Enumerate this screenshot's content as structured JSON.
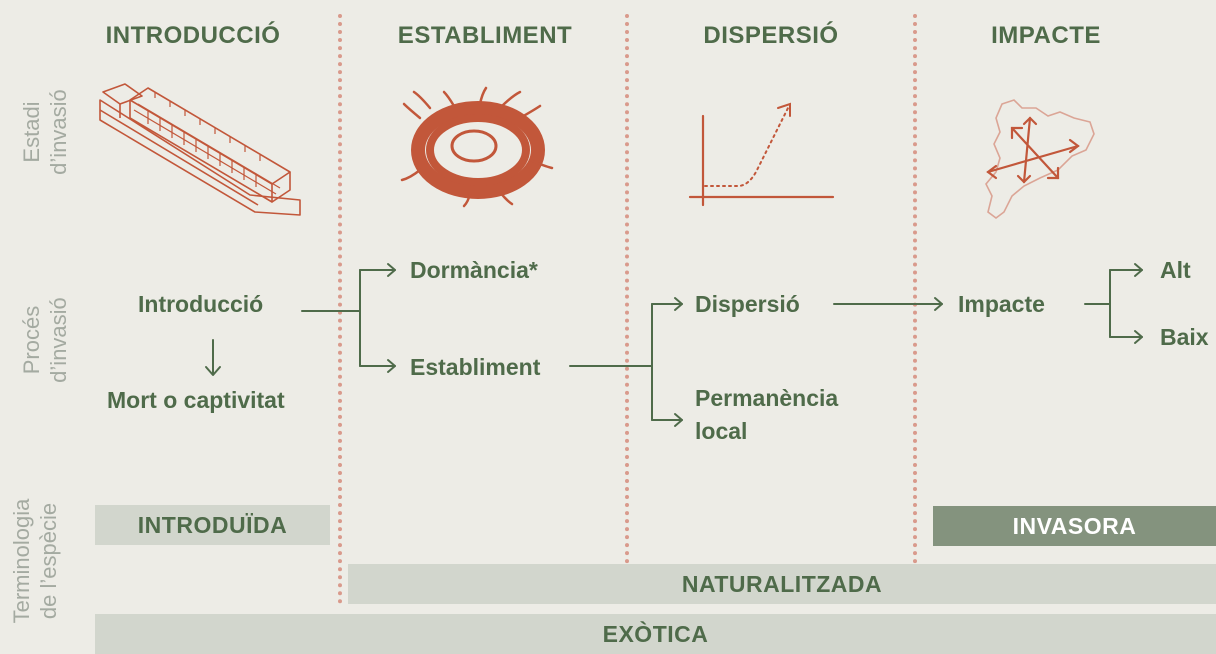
{
  "stages": {
    "introduccio": "INTRODUCCIÓ",
    "establiment": "ESTABLIMENT",
    "dispersio": "DISPERSIÓ",
    "impacte": "IMPACTE"
  },
  "row_labels": {
    "estadi": [
      "Estadi",
      "d’invasió"
    ],
    "proces": [
      "Procés",
      "d’invasió"
    ],
    "terminologia": [
      "Terminologia",
      "de l’espècie"
    ]
  },
  "process": {
    "introduccio": "Introducció",
    "mort": "Mort o captivitat",
    "dormancia": "Dormància*",
    "establiment": "Establiment",
    "dispersio": "Dispersió",
    "permanencia_1": "Permanència",
    "permanencia_2": "local",
    "impacte": "Impacte",
    "alt": "Alt",
    "baix": "Baix"
  },
  "terminology": {
    "introduida": "INTRODUÏDA",
    "invasora": "INVASORA",
    "naturalitzada": "NATURALITZADA",
    "exotica": "EXÒTICA"
  },
  "colors": {
    "background": "#edece6",
    "green_text": "#4f6b4a",
    "icon_red": "#c2573a",
    "divider_dots": "#d99a8c",
    "bar_light": "#d2d6cd",
    "bar_dark": "#84937e"
  },
  "icons": {
    "introduccio": "cargo-ship-icon",
    "establiment": "bird-nest-icon",
    "dispersio": "growth-graph-icon",
    "impacte": "catalonia-map-arrows-icon"
  }
}
